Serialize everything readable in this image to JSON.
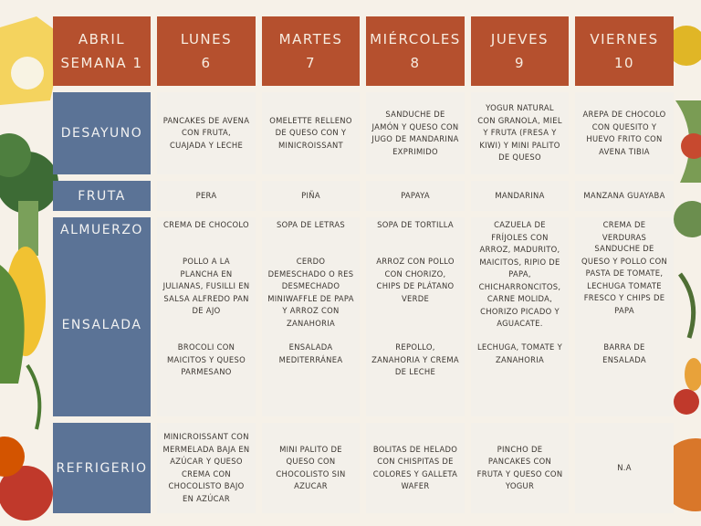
{
  "header": {
    "week": {
      "line1": "ABRIL",
      "line2": "SEMANA 1"
    },
    "days": [
      {
        "name": "LUNES",
        "num": "6"
      },
      {
        "name": "MARTES",
        "num": "7"
      },
      {
        "name": "MIÉRCOLES",
        "num": "8"
      },
      {
        "name": "JUEVES",
        "num": "9"
      },
      {
        "name": "VIERNES",
        "num": "10"
      }
    ]
  },
  "rows": {
    "desayuno": {
      "label": "DESAYUNO",
      "items": [
        "PANCAKES DE AVENA CON FRUTA, CUAJADA Y LECHE",
        "OMELETTE RELLENO DE QUESO CON  Y MINICROISSANT",
        "SANDUCHE DE JAMÓN Y QUESO CON JUGO DE MANDARINA EXPRIMIDO",
        "YOGUR NATURAL CON GRANOLA, MIEL Y FRUTA (FRESA Y KIWI) Y MINI PALITO DE QUESO",
        "AREPA DE CHOCOLO CON QUESITO Y HUEVO FRITO CON AVENA TIBIA"
      ]
    },
    "fruta": {
      "label": "FRUTA",
      "items": [
        "PERA",
        "PIÑA",
        "PAPAYA",
        "MANDARINA",
        "MANZANA GUAYABA"
      ]
    },
    "almuerzo": {
      "label": "ALMUERZO",
      "ensalada_label": "ENSALADA",
      "days": [
        {
          "soup": "CREMA DE CHOCOLO",
          "main": "POLLO A LA PLANCHA EN JULIANAS, FUSILLI EN SALSA ALFREDO PAN DE AJO",
          "salad": "BROCOLI CON MAICITOS Y QUESO PARMESANO"
        },
        {
          "soup": "SOPA DE LETRAS",
          "main": "CERDO DEMESCHADO O RES DESMECHADO MINIWAFFLE DE PAPA Y ARROZ CON ZANAHORIA",
          "salad": "ENSALADA MEDITERRÁNEA"
        },
        {
          "soup": "SOPA DE TORTILLA",
          "main": "ARROZ CON POLLO CON CHORIZO, CHIPS DE PLÁTANO VERDE",
          "salad": "REPOLLO, ZANAHORIA Y CREMA DE LECHE"
        },
        {
          "soup": "CAZUELA DE FRÍJOLES CON ARROZ, MADURITO, MAICITOS, RIPIO DE PAPA, CHICHARRONCITOS, CARNE MOLIDA, CHORIZO PICADO Y AGUACATE.",
          "main": "",
          "salad": "LECHUGA, TOMATE Y ZANAHORIA"
        },
        {
          "soup": "CREMA DE VERDURAS",
          "main": "SANDUCHE DE QUESO Y POLLO CON PASTA DE TOMATE, LECHUGA TOMATE FRESCO Y CHIPS DE PAPA",
          "salad": "BARRA DE ENSALADA"
        }
      ]
    },
    "refrigerio": {
      "label": "REFRIGERIO",
      "items": [
        "MINICROISSANT CON MERMELADA BAJA EN AZÚCAR Y QUESO CREMA CON CHOCOLISTO BAJO EN AZÚCAR",
        "MINI PALITO DE QUESO CON CHOCOLISTO SIN AZUCAR",
        "BOLITAS DE HELADO CON CHISPITAS DE COLORES Y GALLETA WAFER",
        "PINCHO DE PANCAKES CON FRUTA Y QUESO CON YOGUR",
        "N.A"
      ]
    }
  }
}
